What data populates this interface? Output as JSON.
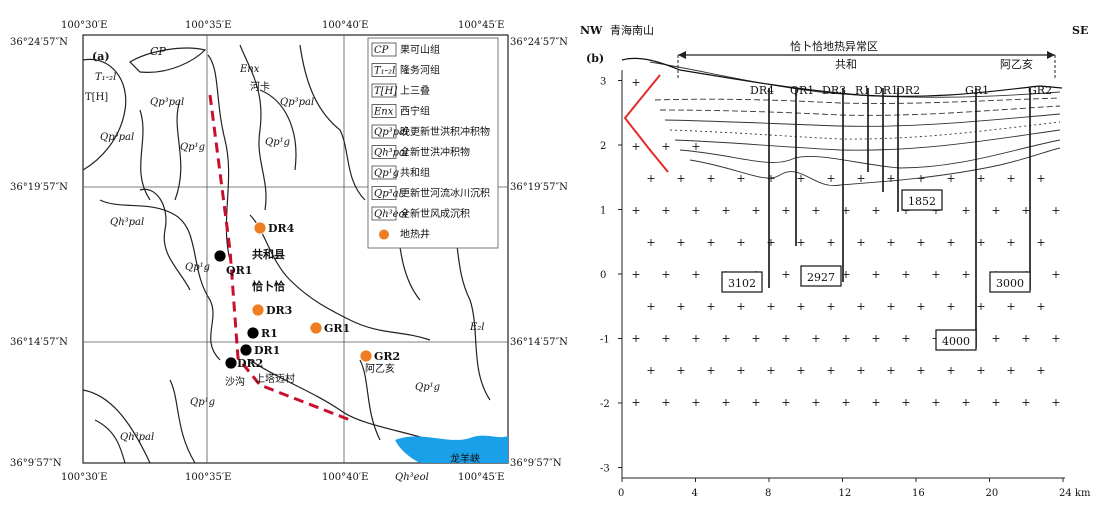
{
  "panel_a": {
    "label": "(a)",
    "top_lon_labels": [
      "100°30′E",
      "100°35′E",
      "100°40′E",
      "100°45′E"
    ],
    "bottom_lon_labels": [
      "100°30′E",
      "100°35′E",
      "100°40′E",
      "100°45′E"
    ],
    "left_lat_labels": [
      "36°24′57″N",
      "36°19′57″N",
      "36°14′57″N",
      "36°9′57″N"
    ],
    "right_lat_labels": [
      "36°24′57″N",
      "36°19′57″N",
      "36°14′57″N",
      "36°9′57″N"
    ],
    "legend": [
      {
        "code": "CP",
        "text": "果可山组"
      },
      {
        "code": "T₁-₂l",
        "text": "隆务河组"
      },
      {
        "code": "T[H]",
        "text": "上三叠"
      },
      {
        "code": "Enx",
        "text": "西宁组"
      },
      {
        "code": "Qp³pal",
        "text": "晚更新世洪积冲积物"
      },
      {
        "code": "Qh³pal",
        "text": "全新世洪冲积物"
      },
      {
        "code": "Qp¹g",
        "text": "共和组"
      },
      {
        "code": "Qp³al",
        "text": "更新世河流冰川沉积"
      },
      {
        "code": "Qh³eol",
        "text": "全新世风成沉积"
      },
      {
        "code": "",
        "text": "地热井"
      }
    ],
    "wells": [
      {
        "name": "DR4",
        "color": "#ef7d22"
      },
      {
        "name": "QR1",
        "color": "#000000"
      },
      {
        "name": "DR3",
        "color": "#ef7d22"
      },
      {
        "name": "R1",
        "color": "#000000"
      },
      {
        "name": "DR1",
        "color": "#000000"
      },
      {
        "name": "DR2",
        "color": "#000000"
      },
      {
        "name": "GR1",
        "color": "#ef7d22"
      },
      {
        "name": "GR2",
        "color": "#ef7d22"
      }
    ],
    "places": {
      "gonghe": "共和县",
      "qiabuqia": "恰卜恰",
      "shangtashi": "上塔迈村",
      "ayihai": "阿乙亥",
      "shagou": "沙沟",
      "longyangxia": "龙羊峡",
      "hemiao": "河卡"
    },
    "units": {
      "CP": "CP",
      "Tl": "T₁-₂l",
      "TH": "T[H]",
      "Enx": "Enx",
      "Qp3pal": "Qp³pal",
      "Qpg": "Qp¹g",
      "Qhpal": "Qh³pal",
      "Qheol": "Qh³eol",
      "E2l": "E₂l"
    }
  },
  "panel_b": {
    "label": "(b)",
    "nw": "NW",
    "se": "SE",
    "left_place": "青海南山",
    "anomaly_zone": "恰卜恰地热异常区",
    "gonghe": "共和",
    "ayihai": "阿乙亥",
    "y_ticks": [
      "3",
      "2",
      "1",
      "0",
      "-1",
      "-2",
      "-3"
    ],
    "x_ticks": [
      "0",
      "4",
      "8",
      "12",
      "16",
      "20",
      "24 km"
    ],
    "well_labels": [
      "DR4",
      "QR1",
      "DR3",
      "R1",
      "DR1",
      "DR2",
      "GR1",
      "GR2"
    ],
    "depth_boxes": [
      "1852",
      "3102",
      "2927",
      "3000",
      "4000"
    ]
  }
}
